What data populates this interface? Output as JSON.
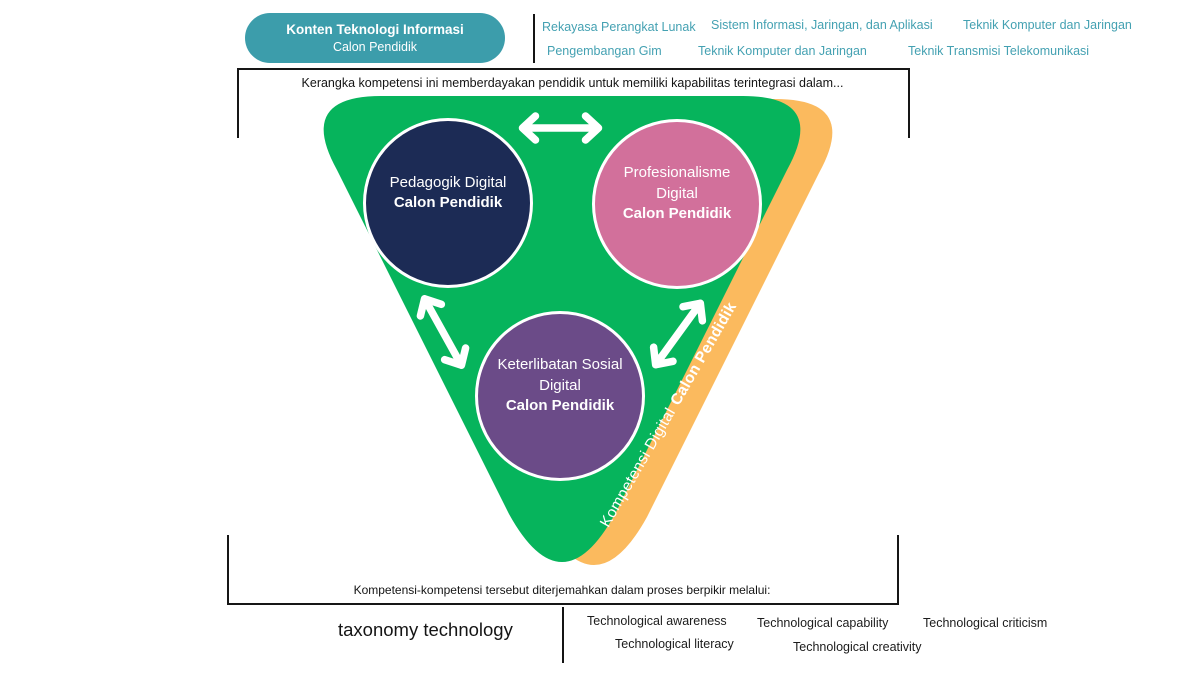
{
  "colors": {
    "triangle_green": "#06B45C",
    "triangle_shadow_orange": "#FBBA5E",
    "circle_navy": "#1C2B55",
    "circle_pink": "#D2709B",
    "circle_purple": "#6B4B88",
    "badge_teal": "#3C9DAB",
    "program_text_teal": "#44A1B2"
  },
  "badge": {
    "title": "Konten Teknologi Informasi",
    "subtitle": "Calon Pendidik"
  },
  "program_list": {
    "row1": [
      "Rekayasa Perangkat Lunak",
      "Sistem Informasi, Jaringan, dan Aplikasi",
      "Teknik Komputer dan Jaringan"
    ],
    "row2": [
      "Pengembangan Gim",
      "Teknik Komputer dan Jaringan",
      "Teknik Transmisi Telekomunikasi"
    ]
  },
  "top_bracket_text": "Kerangka kompetensi ini memberdayakan pendidik untuk memiliki kapabilitas terintegrasi dalam...",
  "circles": [
    {
      "lines": [
        "Pedagogik Digital"
      ],
      "bold": "Calon Pendidik"
    },
    {
      "lines": [
        "Profesionalisme",
        "Digital"
      ],
      "bold": "Calon Pendidik"
    },
    {
      "lines": [
        "Keterlibatan Sosial",
        "Digital"
      ],
      "bold": "Calon Pendidik"
    }
  ],
  "side_label": {
    "regular": "Kompetensi Digital",
    "bold": "Calon Pendidik"
  },
  "bottom_bracket_text": "Kompetensi-kompetensi tersebut diterjemahkan dalam proses berpikir melalui:",
  "taxonomy_label": "taxonomy technology",
  "taxonomy_items": {
    "row1": [
      "Technological awareness",
      "Technological capability",
      "Technological criticism"
    ],
    "row2": [
      "Technological literacy",
      "Technological creativity"
    ]
  }
}
